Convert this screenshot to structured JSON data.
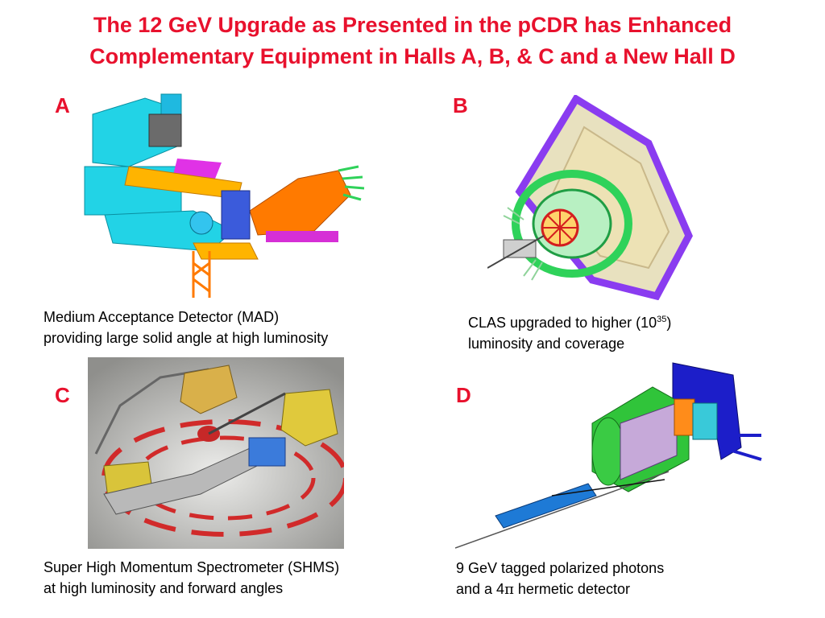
{
  "title": {
    "line1": "The 12 GeV Upgrade as Presented in the pCDR has Enhanced",
    "line2": "Complementary Equipment in Halls A, B, & C and a New Hall D"
  },
  "panels": [
    {
      "letter": "A",
      "caption_line1": "Medium Acceptance Detector (MAD)",
      "caption_line2": "providing large solid angle at high luminosity"
    },
    {
      "letter": "B",
      "caption_line1_pre": "CLAS upgraded to higher (10",
      "caption_line1_sup": "35",
      "caption_line1_post": ")",
      "caption_line2": "luminosity and coverage"
    },
    {
      "letter": "C",
      "caption_line1": "Super High Momentum Spectrometer (SHMS)",
      "caption_line2": "at high luminosity and forward angles"
    },
    {
      "letter": "D",
      "caption_line1": "9 GeV tagged polarized photons",
      "caption_line2_pre": "and a 4",
      "caption_line2_symbol": "π",
      "caption_line2_post": " hermetic detector"
    }
  ],
  "colors": {
    "accent": "#e8112d",
    "cyan": "#22d3e6",
    "orange": "#ff7a00",
    "purple": "#8a3cf0",
    "green": "#2fd25a",
    "blue": "#1e4fd6",
    "yellow": "#d9c43a"
  }
}
